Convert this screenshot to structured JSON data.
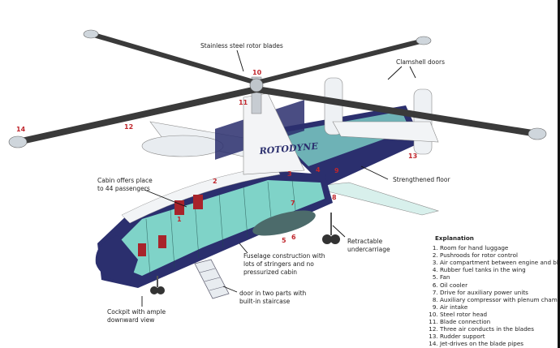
{
  "brand": "ROTODYNE",
  "callouts": {
    "rotor_blades": "Stainless steel rotor blades",
    "clamshell": "Clamshell doors",
    "floor": "Strengthened floor",
    "cabin": [
      "Cabin offers place",
      "to 44 passengers"
    ],
    "undercarriage": [
      "Retractable",
      "undercarriage"
    ],
    "fuselage": [
      "Fuselage construction with",
      "lots of stringers and no",
      "pressurized cabin"
    ],
    "door": [
      "door in two parts with",
      "built-in staircase"
    ],
    "cockpit": [
      "Cockpit with ample",
      "downward view"
    ]
  },
  "numbers": {
    "n1": "1",
    "n2": "2",
    "n3": "3",
    "n4": "4",
    "n5": "5",
    "n6": "6",
    "n7": "7",
    "n8": "8",
    "n9": "9",
    "n10": "10",
    "n11": "11",
    "n12": "12",
    "n13": "13",
    "n14": "14"
  },
  "explanation": {
    "title": "Explanation",
    "items": [
      "Room for hand luggage",
      "Pushroods for rotor control",
      "Air compartment between engine and blades",
      "Rubber fuel tanks in the wing",
      "Fan",
      "Oil cooler",
      "Drive for auxiliary power units",
      "Auxiliary compressor with plenum chamber",
      "Air intake",
      "Steel rotor head",
      "Blade connection",
      "Three air conducts in the blades",
      "Rudder support",
      "Jet-drives on the blade pipes"
    ]
  },
  "colors": {
    "fuselage_dark": "#2b2f6e",
    "interior": "#7fd3c8",
    "label_red": "#c0272d"
  }
}
